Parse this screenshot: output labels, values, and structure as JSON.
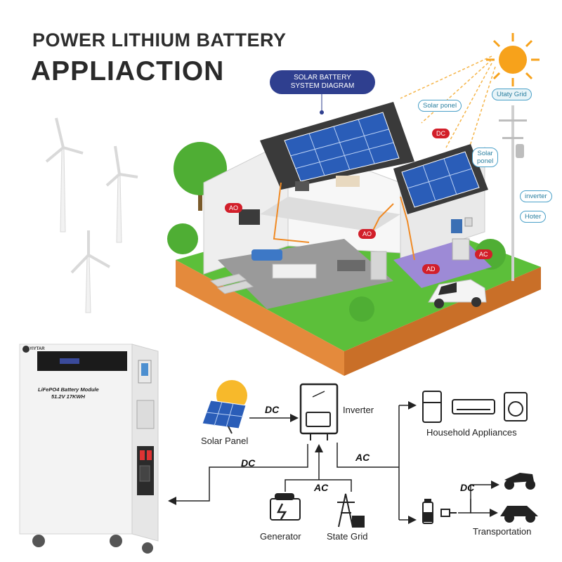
{
  "header": {
    "title_line1": "POWER LITHIUM BATTERY",
    "title_line2": "APPLIACTION"
  },
  "system_diagram": {
    "pill_line1": "SOLAR BATTERY",
    "pill_line2": "SYSTEM DIAGRAM",
    "callouts": {
      "solar_panel_1": "Solar ponel",
      "solar_panel_2_line1": "Solar",
      "solar_panel_2_line2": "ponel",
      "utility_grid": "Utaty Grid",
      "inverter": "inverter",
      "heater": "Hoter"
    },
    "tags": {
      "dc": "DC",
      "ao_left": "AO",
      "ao_mid": "AO",
      "ac_right": "AC",
      "ad": "AD"
    }
  },
  "battery_product": {
    "brand": "YIYTAR",
    "model_line1": "LiFePO4 Battery Module",
    "model_line2": "51.2V  17KWH"
  },
  "flow_diagram": {
    "labels": {
      "solar_panel": "Solar Panel",
      "inverter": "Inverter",
      "household_appliances": "Household Appliances",
      "generator": "Generator",
      "state_grid": "State Grid",
      "transportation": "Transportation"
    },
    "flows": {
      "solar_to_inverter": "DC",
      "battery_to_inverter": "DC",
      "inverter_to_loads": "AC",
      "generator_grid_to_inverter": "AC",
      "to_transportation": "DC"
    }
  },
  "colors": {
    "title": "#2e2e2e",
    "pill": "#2f3f8f",
    "callout_text": "#2a7fa0",
    "tag_red": "#d21f2a",
    "sun": "#f7a21b",
    "grass": "#5cbf3a",
    "soil": "#e48a3c",
    "panel_blue": "#2a5db8"
  }
}
